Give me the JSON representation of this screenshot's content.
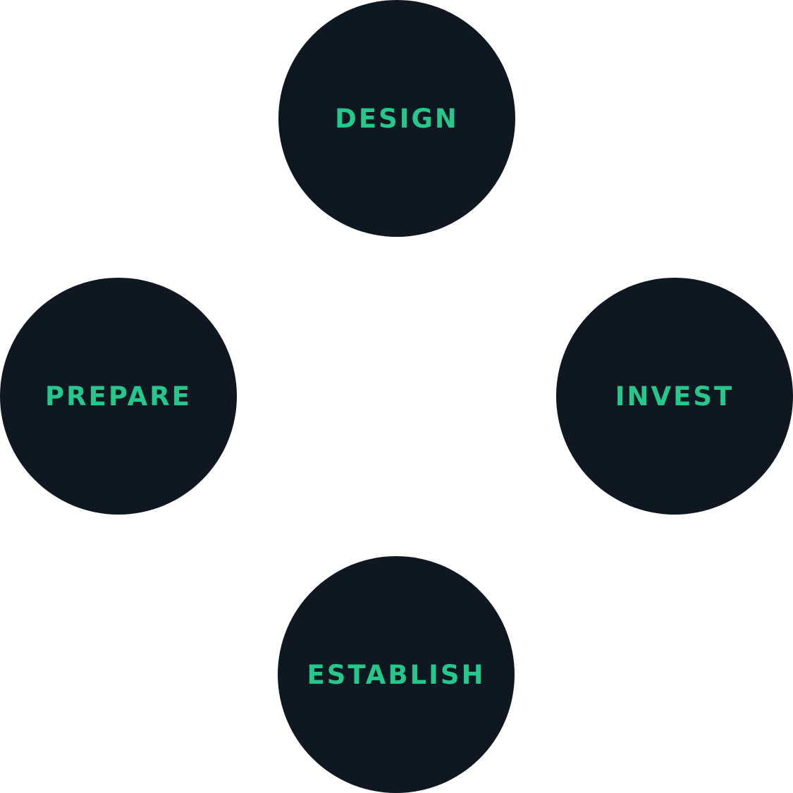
{
  "diagram": {
    "colors": {
      "background": "#ffffff",
      "node_fill": "#0f1720",
      "label": "#25c88a"
    },
    "nodes": {
      "top": {
        "label": "DESIGN"
      },
      "left": {
        "label": "PREPARE"
      },
      "right": {
        "label": "INVEST"
      },
      "bottom": {
        "label": "ESTABLISH"
      }
    }
  }
}
